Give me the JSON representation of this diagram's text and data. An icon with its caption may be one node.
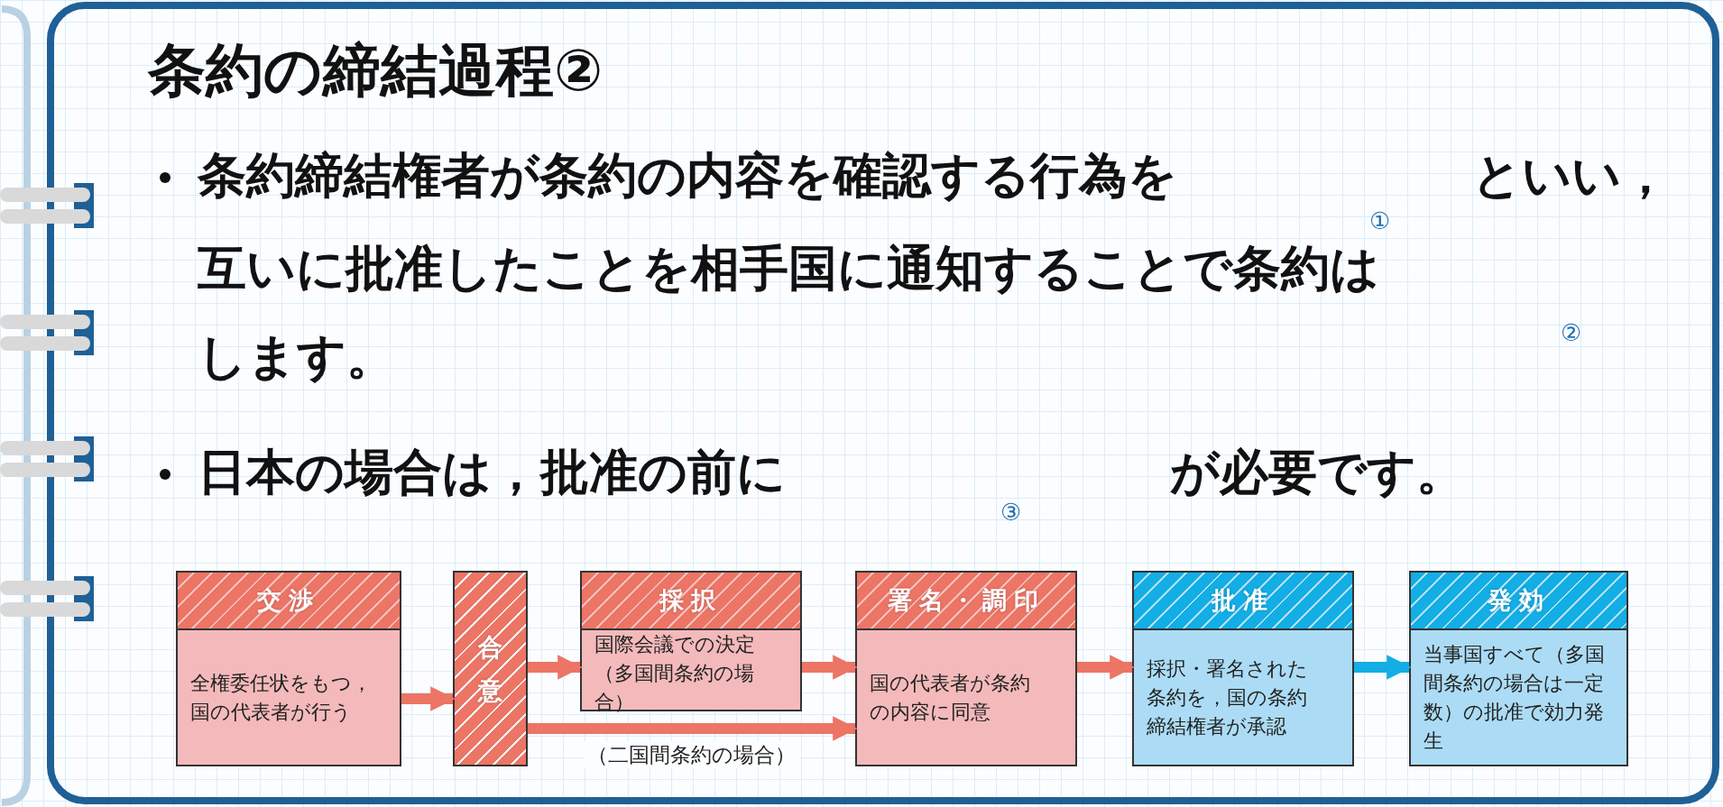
{
  "diagram": {
    "title": "条約の締結過程②",
    "nodes": [
      {
        "text": [
          "交渉",
          "全権委任状をもつ，国の代表者が行う"
        ]
      },
      {
        "text": [
          "合意"
        ]
      },
      {
        "text": [
          "採択",
          "国際会議での決定（多国間条約の場合）"
        ]
      },
      {
        "text": [
          "署名・調印",
          "国の代表者が条約の内容に同意"
        ]
      },
      {
        "text": [
          "批准",
          "採択・署名された条約を，国の条約締結権者が承認"
        ]
      },
      {
        "text": [
          "発効",
          "当事国すべて（多国間条約の場合は一定数）の批准で効力発生"
        ]
      }
    ],
    "edges": [
      {
        "from": 0,
        "to": 1,
        "arrow": "to"
      },
      {
        "from": 1,
        "to": 2,
        "arrow": "to"
      },
      {
        "from": 2,
        "to": 3,
        "arrow": "to"
      },
      {
        "from": 1,
        "to": 3,
        "arrow": "to",
        "label": "（二国間条約の場合）"
      },
      {
        "from": 3,
        "to": 4,
        "arrow": "to"
      },
      {
        "from": 4,
        "to": 5,
        "arrow": "to",
        "color": "#12aee5"
      }
    ],
    "labels": [
      "条約締結権者が条約の内容を確認する行為を",
      "といい，",
      "①",
      "互いに批准したことを相手国に通知することで条約は",
      "②",
      "します。",
      "日本の場合は，批准の前に",
      "が必要です。",
      "③"
    ]
  }
}
